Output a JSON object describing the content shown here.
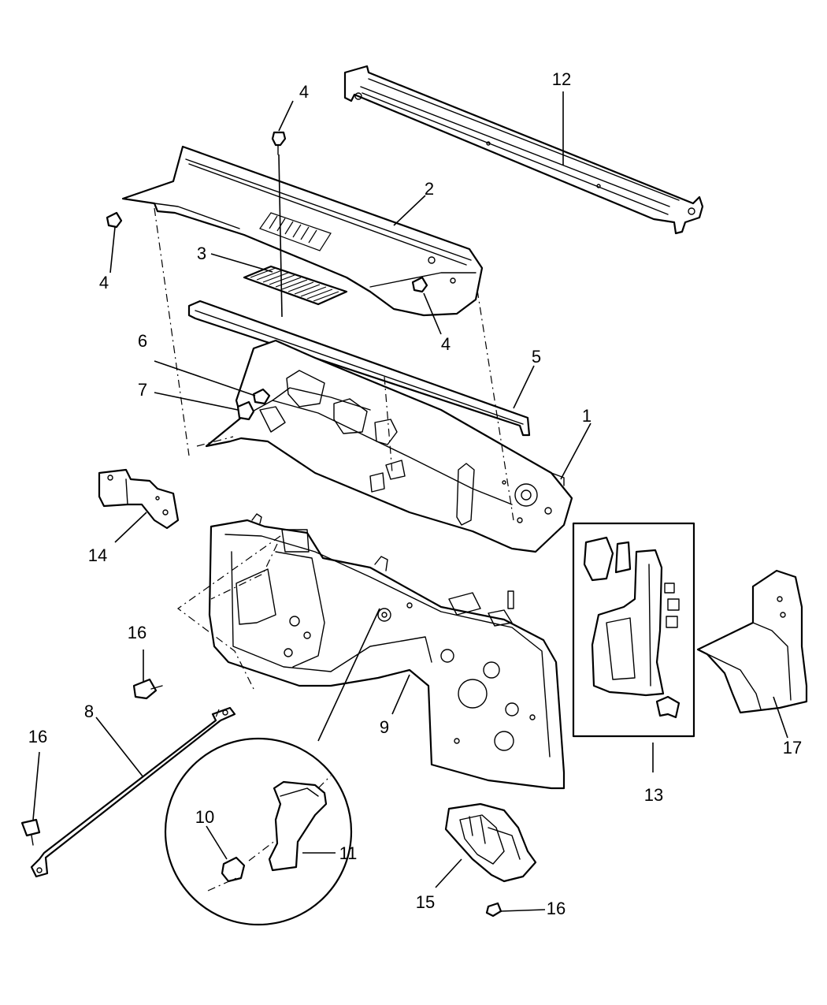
{
  "callouts": {
    "c1": "1",
    "c2": "2",
    "c3": "3",
    "c4a": "4",
    "c4b": "4",
    "c4c": "4",
    "c5": "5",
    "c6": "6",
    "c7": "7",
    "c8": "8",
    "c9": "9",
    "c10": "10",
    "c11": "11",
    "c12": "12",
    "c13": "13",
    "c14": "14",
    "c15": "15",
    "c16a": "16",
    "c16b": "16",
    "c16c": "16",
    "c17": "17"
  },
  "colors": {
    "line": "#000000",
    "background": "#ffffff"
  }
}
